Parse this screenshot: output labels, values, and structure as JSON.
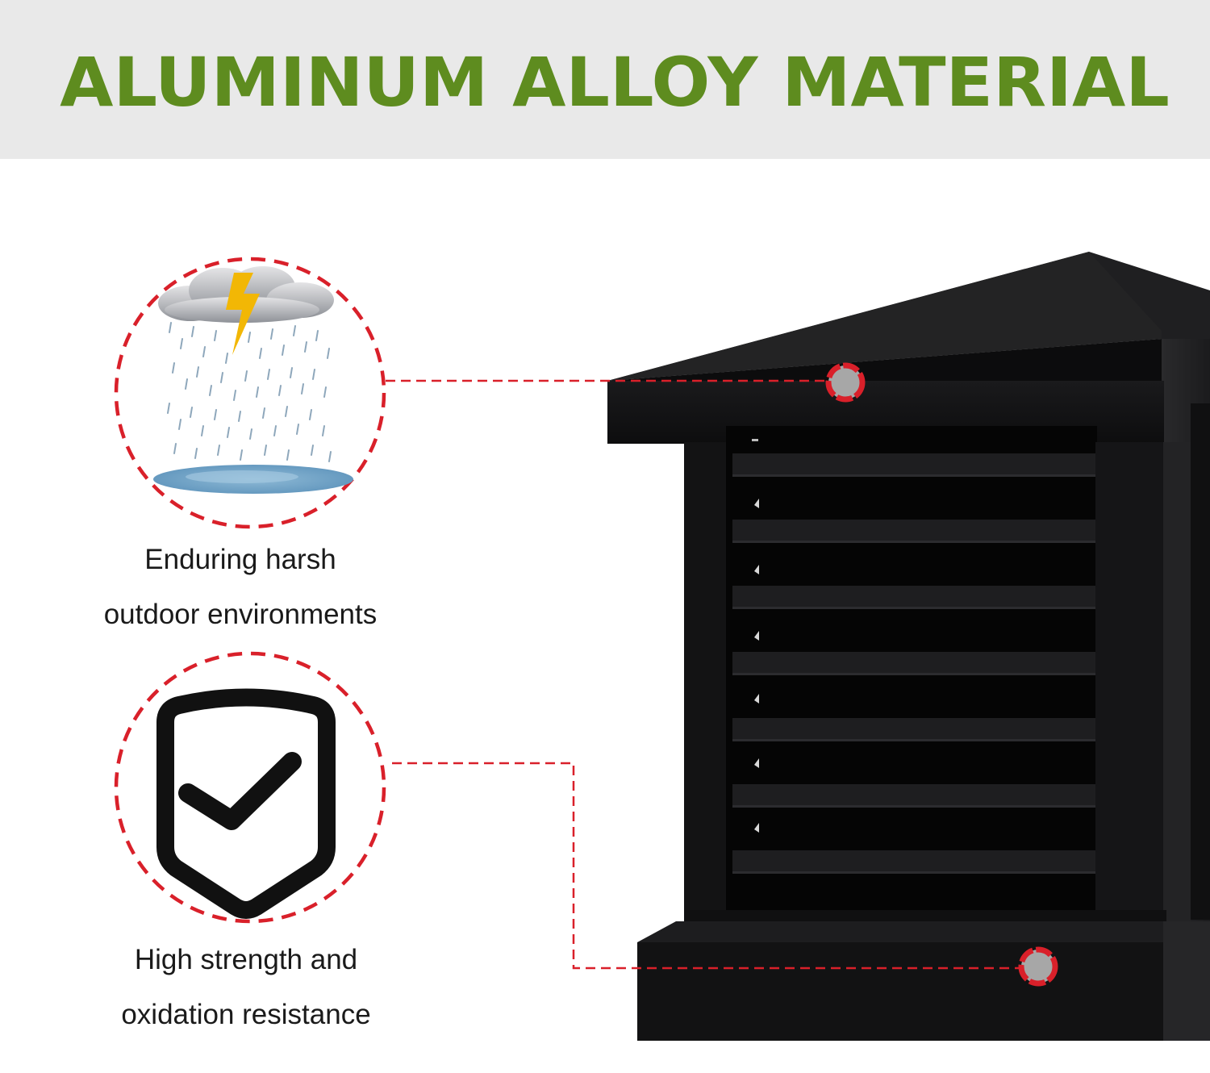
{
  "header": {
    "title": "ALUMINUM ALLOY MATERIAL",
    "title_color": "#5e8c1f",
    "background": "#e9e9e9"
  },
  "features": [
    {
      "icon": "storm-cloud-rain-icon",
      "caption_line1": "Enduring harsh",
      "caption_line2": "outdoor environments"
    },
    {
      "icon": "shield-check-icon",
      "caption_line1": "High strength and",
      "caption_line2": "oxidation resistance"
    }
  ],
  "colors": {
    "callout_red": "#d9202a",
    "product_black": "#141414",
    "lightning_yellow": "#f2b705",
    "puddle_blue": "#6fa3c7"
  }
}
